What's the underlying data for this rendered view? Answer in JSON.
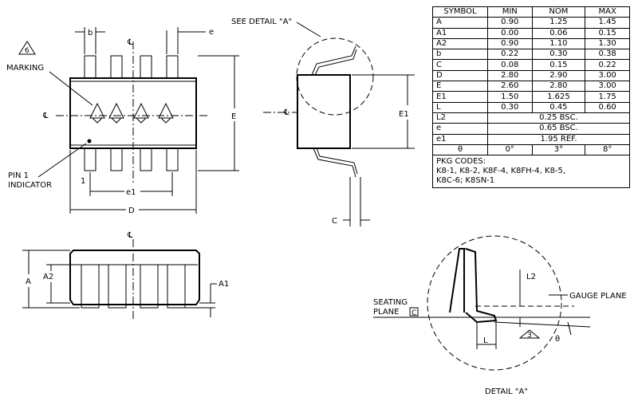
{
  "labels": {
    "see_detail": "SEE DETAIL \"A\"",
    "marking": "MARKING",
    "marking_note": "6",
    "pin1_line1": "PIN 1",
    "pin1_line2": "INDICATOR",
    "pin_num": "1",
    "dim_b": "b",
    "dim_e": "e",
    "dim_E": "E",
    "dim_E1": "E1",
    "dim_e1": "e1",
    "dim_D": "D",
    "dim_C": "C",
    "dim_A": "A",
    "dim_A2": "A2",
    "dim_A1": "A1",
    "dim_L2": "L2",
    "dim_L": "L",
    "dim_theta": "θ",
    "gauge_plane": "GAUGE PLANE",
    "seating_line1": "SEATING",
    "seating_line2": "PLANE",
    "seating_box": "C",
    "note_3": "3",
    "centerline": "℄",
    "detail_title": "DETAIL \"A\""
  },
  "table": {
    "headers": [
      "SYMBOL",
      "MIN",
      "NOM",
      "MAX"
    ],
    "rows": [
      [
        "A",
        "0.90",
        "1.25",
        "1.45"
      ],
      [
        "A1",
        "0.00",
        "0.06",
        "0.15"
      ],
      [
        "A2",
        "0.90",
        "1.10",
        "1.30"
      ],
      [
        "b",
        "0.22",
        "0.30",
        "0.38"
      ],
      [
        "C",
        "0.08",
        "0.15",
        "0.22"
      ],
      [
        "D",
        "2.80",
        "2.90",
        "3.00"
      ],
      [
        "E",
        "2.60",
        "2.80",
        "3.00"
      ],
      [
        "E1",
        "1.50",
        "1.625",
        "1.75"
      ],
      [
        "L",
        "0.30",
        "0.45",
        "0.60"
      ]
    ],
    "span_rows": [
      [
        "L2",
        "0.25 BSC."
      ],
      [
        "e",
        "0.65 BSC."
      ],
      [
        "e1",
        "1.95 REF."
      ]
    ],
    "theta_row": [
      "θ",
      "0°",
      "3°",
      "8°"
    ],
    "pkg_title": "PKG CODES:",
    "pkg_line1": "K8-1, K8-2, K8F-4, K8FH-4, K8-5,",
    "pkg_line2": "K8C-6; K8SN-1"
  }
}
